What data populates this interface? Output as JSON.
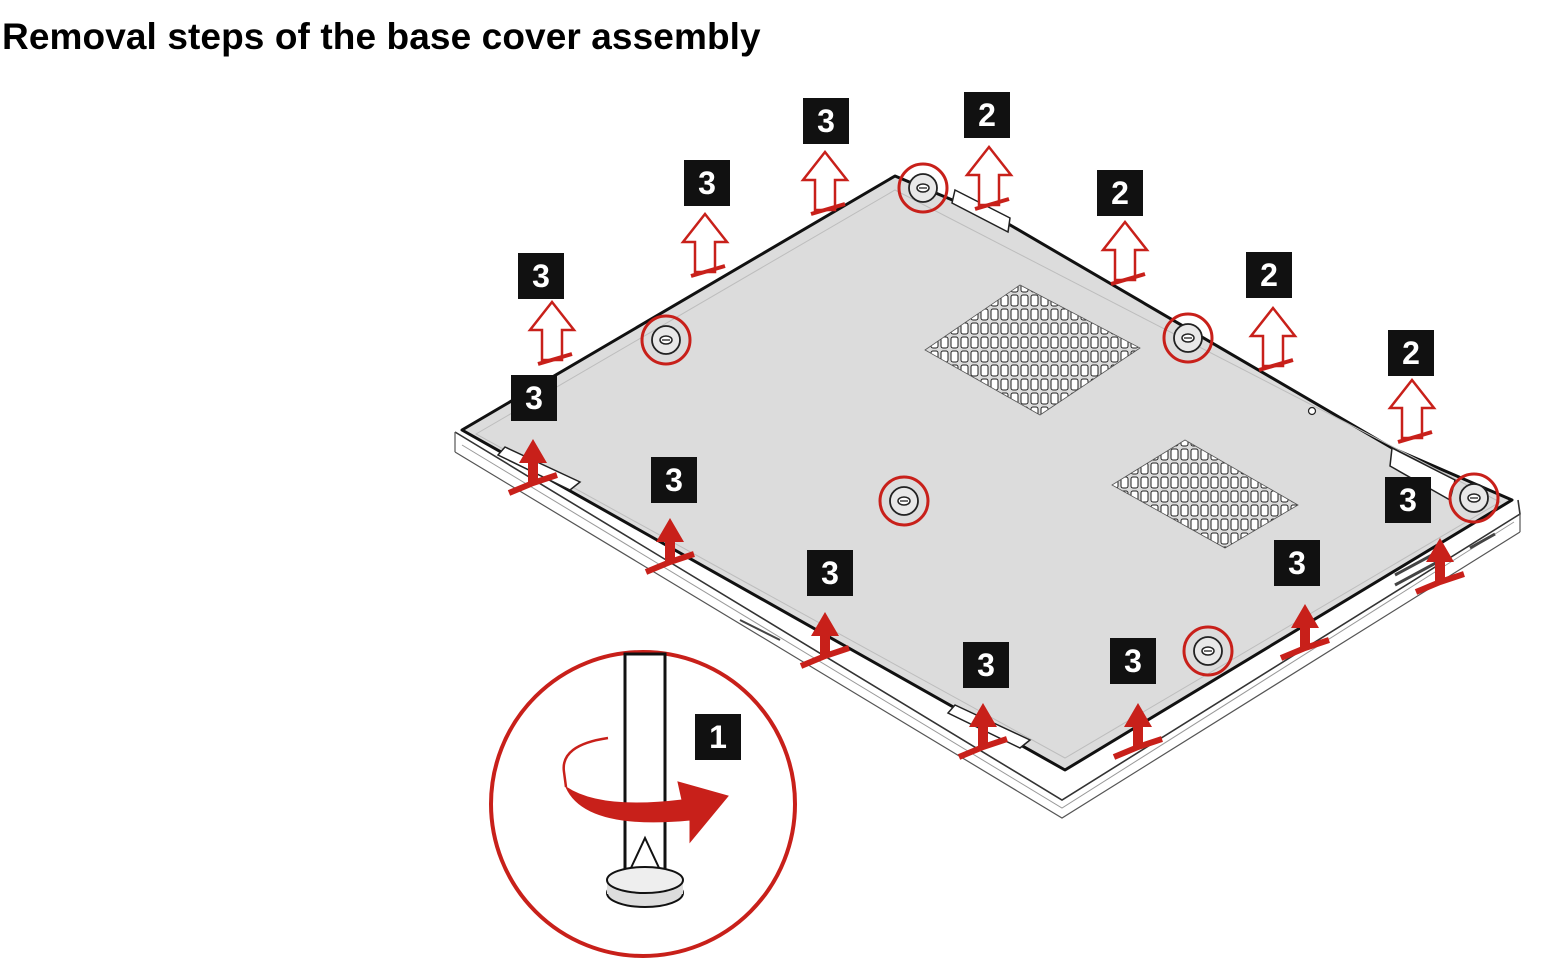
{
  "title": "Removal steps of the base cover assembly",
  "accent_color": "#c8201a",
  "callouts": {
    "step1": "1",
    "step2": "2",
    "step3": "3"
  },
  "icons": [
    "screwdriver-icon",
    "rotate-arrow-icon",
    "lift-arrow-icon",
    "screw-marker-icon"
  ]
}
